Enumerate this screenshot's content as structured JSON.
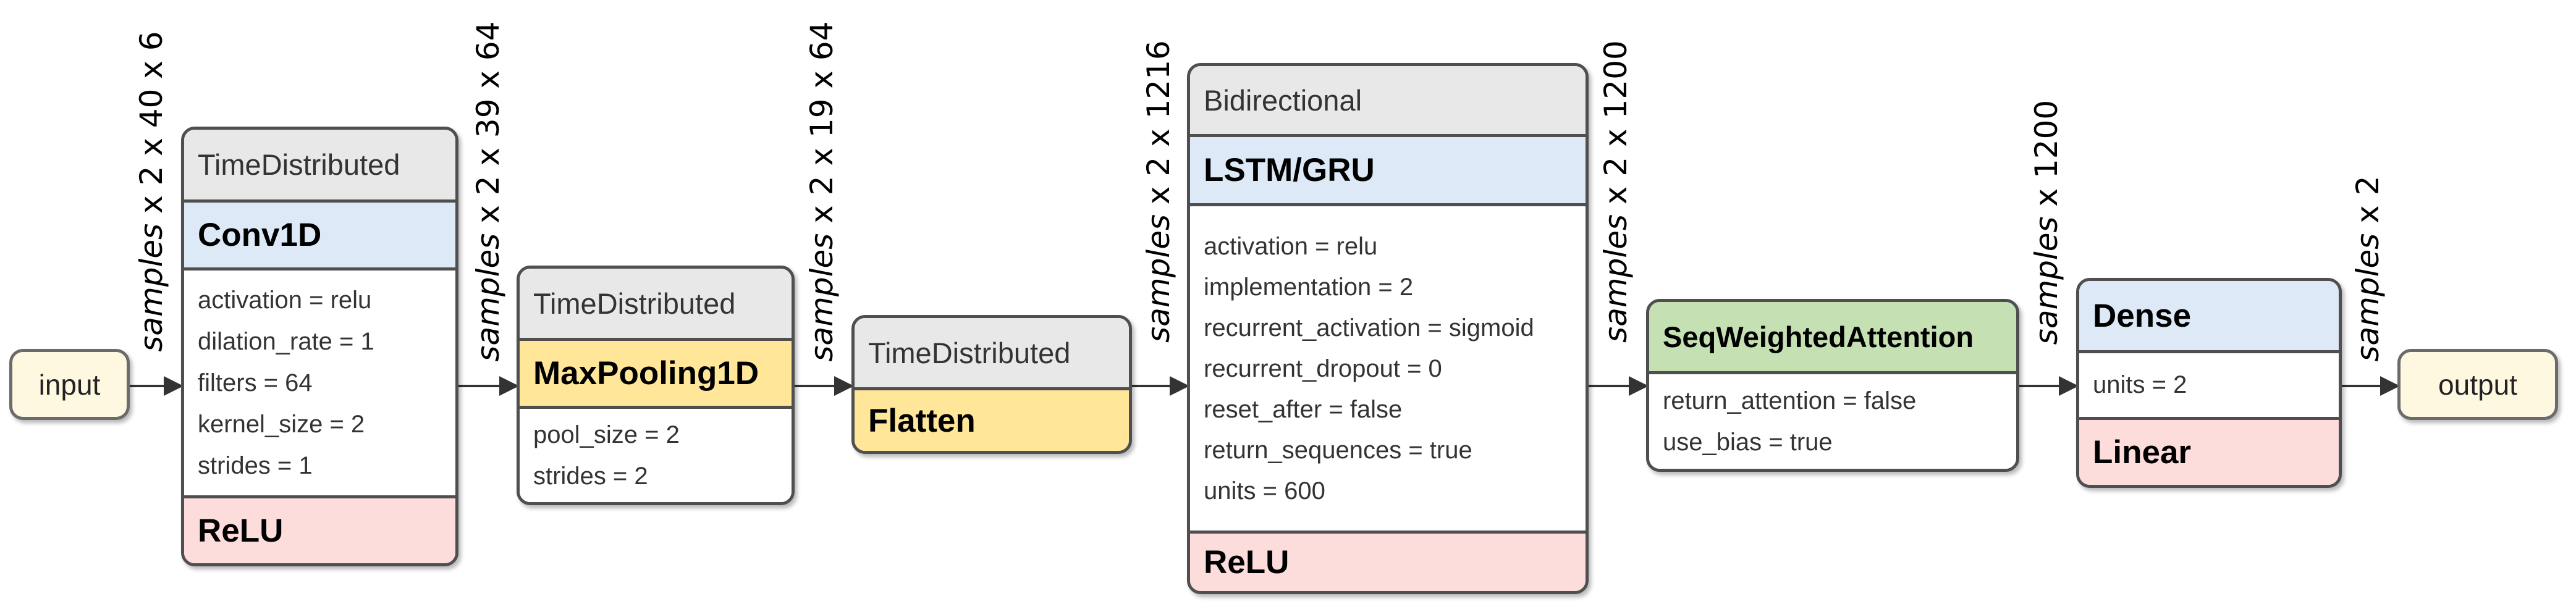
{
  "input_label": "input",
  "output_label": "output",
  "dims": {
    "d1": {
      "samples": "samples",
      "rest": " x 2 x 40 x 6"
    },
    "d2": {
      "samples": "samples",
      "rest": " x 2 x 39 x 64"
    },
    "d3": {
      "samples": "samples",
      "rest": " x 2 x 19 x 64"
    },
    "d4": {
      "samples": "samples",
      "rest": " x 2 x 1216"
    },
    "d5": {
      "samples": "samples",
      "rest": " x 2 x 1200"
    },
    "d6": {
      "samples": "samples",
      "rest": " x 1200"
    },
    "d7": {
      "samples": "samples",
      "rest": " x 2"
    }
  },
  "conv": {
    "wrapper": "TimeDistributed",
    "layer": "Conv1D",
    "params": [
      "activation = relu",
      "dilation_rate = 1",
      "filters = 64",
      "kernel_size = 2",
      "strides = 1"
    ],
    "activation": "ReLU"
  },
  "pool": {
    "wrapper": "TimeDistributed",
    "layer": "MaxPooling1D",
    "params": [
      "pool_size = 2",
      "strides = 2"
    ]
  },
  "flatten": {
    "wrapper": "TimeDistributed",
    "layer": "Flatten"
  },
  "rnn": {
    "wrapper": "Bidirectional",
    "layer": "LSTM/GRU",
    "params": [
      "activation = relu",
      "implementation = 2",
      "recurrent_activation = sigmoid",
      "recurrent_dropout = 0",
      "reset_after = false",
      "return_sequences = true",
      "units = 600"
    ],
    "activation": "ReLU"
  },
  "attention": {
    "layer": "SeqWeightedAttention",
    "params": [
      "return_attention = false",
      "use_bias = true"
    ]
  },
  "dense": {
    "layer": "Dense",
    "params": [
      "units = 2"
    ],
    "activation": "Linear"
  }
}
